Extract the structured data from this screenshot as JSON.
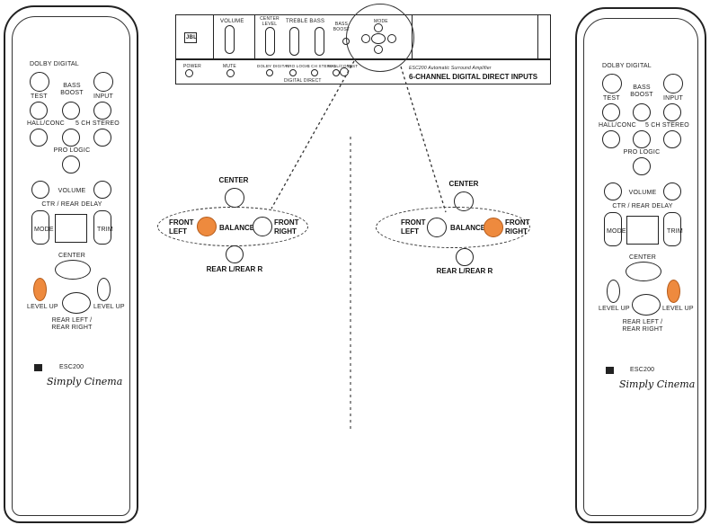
{
  "remote_left": {
    "labels": {
      "dolby": "DOLBY DIGITAL",
      "test": "TEST",
      "bass": "BASS BOOST",
      "input": "INPUT",
      "hall": "HALL/CONC",
      "stereo": "5 CH STEREO",
      "prologic": "PRO LOGIC",
      "volume": "VOLUME",
      "delay": "CTR / REAR DELAY",
      "mode": "MODE",
      "trim": "TRIM",
      "center": "CENTER",
      "lvl_left": "LEVEL UP",
      "lvl_right": "LEVEL UP",
      "rear": "REAR LEFT / REAR RIGHT",
      "model": "ESC200",
      "brand": "Simply Cinema"
    }
  },
  "remote_right": {
    "labels": {
      "dolby": "DOLBY DIGITAL",
      "test": "TEST",
      "bass": "BASS BOOST",
      "input": "INPUT",
      "hall": "HALL/CONC",
      "stereo": "5 CH STEREO",
      "prologic": "PRO LOGIC",
      "volume": "VOLUME",
      "delay": "CTR / REAR DELAY",
      "mode": "MODE",
      "trim": "TRIM",
      "center": "CENTER",
      "lvl_left": "LEVEL UP",
      "lvl_right": "LEVEL UP",
      "rear": "REAR LEFT / REAR RIGHT",
      "model": "ESC200",
      "brand": "Simply Cinema"
    }
  },
  "amplifier": {
    "top_labels": [
      "VOLUME",
      "CENTER LEVEL",
      "TREBLE BASS",
      "BASS BOOST",
      "MODE"
    ],
    "bottom_labels": [
      "POWER",
      "MUTE",
      "DOLBY DIGITAL",
      "PRO LOGIC",
      "5 CH STEREO",
      "HALL/CONC",
      "TEST"
    ],
    "digital_direct": "DIGITAL DIRECT",
    "product_line": "ESC200 Automatic Surround Amplifier",
    "headline": "6-CHANNEL DIGITAL DIRECT INPUTS",
    "logo": "JBL"
  },
  "balance_left": {
    "center": "CENTER",
    "front_left": "FRONT LEFT",
    "balance": "BALANCE",
    "front_right": "FRONT RIGHT",
    "rear": "REAR L/REAR R",
    "active": "left"
  },
  "balance_right": {
    "center": "CENTER",
    "front_left": "FRONT LEFT",
    "balance": "BALANCE",
    "front_right": "FRONT RIGHT",
    "rear": "REAR L/REAR R",
    "active": "right"
  },
  "colors": {
    "highlight": "#ee8a3e",
    "outline": "#222222"
  }
}
